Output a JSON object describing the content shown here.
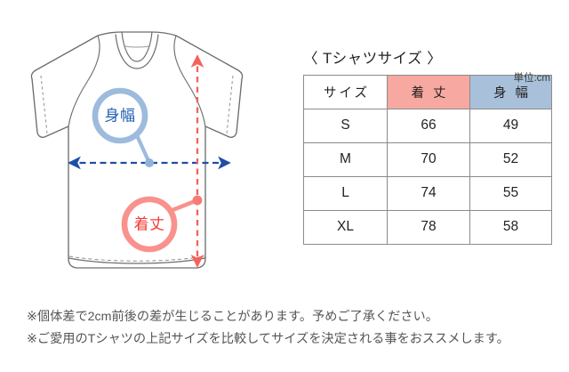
{
  "figure": {
    "name": "t-shirt-measurement-diagram",
    "callouts": [
      {
        "id": "width-callout",
        "label": "身幅",
        "color": "#7fa8d4"
      },
      {
        "id": "length-callout",
        "label": "着丈",
        "color": "#f98e8a"
      }
    ],
    "measurement_lines": [
      {
        "id": "body-width-line",
        "orientation": "horizontal",
        "style": "dashed double-arrow",
        "color": "#1f4fa3"
      },
      {
        "id": "body-length-line",
        "orientation": "vertical",
        "style": "dashed double-arrow",
        "color": "#f4625c"
      }
    ]
  },
  "table_panel": {
    "title": "〈 Tシャツサイズ 〉",
    "unit_label": "単位:cm",
    "columns": [
      "サイズ",
      "着 丈",
      "身 幅"
    ],
    "header_colors": {
      "size": "#ffffff",
      "length": "#f7a8a0",
      "width": "#a8c0da"
    },
    "rows": [
      {
        "size": "S",
        "length": "66",
        "width": "49"
      },
      {
        "size": "M",
        "length": "70",
        "width": "52"
      },
      {
        "size": "L",
        "length": "74",
        "width": "55"
      },
      {
        "size": "XL",
        "length": "78",
        "width": "58"
      }
    ]
  },
  "notes": [
    "※個体差で2cm前後の差が生じることがあります。予めご了承ください。",
    "※ご愛用のTシャツの上記サイズを比較してサイズを決定される事をおススメします。"
  ]
}
